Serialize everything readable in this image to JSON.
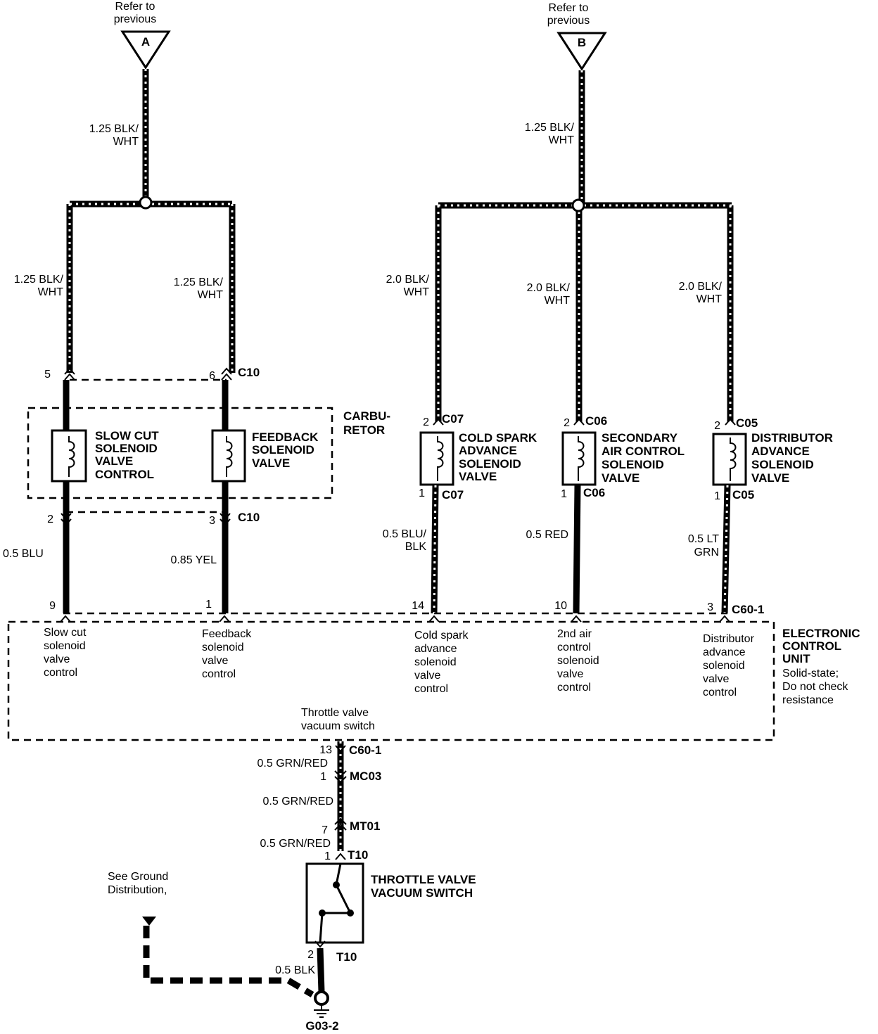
{
  "refs": {
    "A": {
      "note_line1": "Refer to",
      "note_line2": "previous",
      "letter": "A"
    },
    "B": {
      "note_line1": "Refer to",
      "note_line2": "previous",
      "letter": "B"
    }
  },
  "wires": {
    "a_main": [
      "1.25 BLK/",
      "WHT"
    ],
    "b_main": [
      "1.25 BLK/",
      "WHT"
    ],
    "slow_cut_top": [
      "1.25 BLK/",
      "WHT"
    ],
    "feedback_top": [
      "1.25 BLK/",
      "WHT"
    ],
    "cold_spark_top": [
      "2.0 BLK/",
      "WHT"
    ],
    "secondary_top": [
      "2.0 BLK/",
      "WHT"
    ],
    "distributor_top": [
      "2.0 BLK/",
      "WHT"
    ],
    "slow_cut_bottom": "0.5 BLU",
    "feedback_bottom": "0.85 YEL",
    "cold_spark_bottom": [
      "0.5 BLU/",
      "BLK"
    ],
    "secondary_bottom": "0.5 RED",
    "distributor_bottom": [
      "0.5 LT",
      "GRN"
    ],
    "ecu_to_mc03": "0.5 GRN/RED",
    "mc03_to_mt01": "0.5 GRN/RED",
    "mt01_to_t10": "0.5 GRN/RED",
    "ground_wire": "0.5 BLK"
  },
  "connectors": {
    "c10": "C10",
    "c07": "C07",
    "c06": "C06",
    "c05": "C05",
    "c60": "C60-1",
    "mc03": "MC03",
    "mt01": "MT01",
    "t10": "T10"
  },
  "pins": {
    "slow_cut_top": "5",
    "feedback_top": "6",
    "slow_cut_bot": "2",
    "feedback_bot": "3",
    "cold_top": "2",
    "cold_bot": "1",
    "sec_top": "2",
    "sec_bot": "1",
    "dist_top": "2",
    "dist_bot": "1",
    "ecu_slow": "9",
    "ecu_feed": "1",
    "ecu_cold": "14",
    "ecu_sec": "10",
    "ecu_dist": "3",
    "ecu_throttle": "13",
    "mc03": "1",
    "mt01": "7",
    "t10_top": "1",
    "t10_bot": "2"
  },
  "components": {
    "carburetor": [
      "CARBU-",
      "RETOR"
    ],
    "slow_cut": [
      "SLOW CUT",
      "SOLENOID",
      "VALVE",
      "CONTROL"
    ],
    "feedback": [
      "FEEDBACK",
      "SOLENOID",
      "VALVE"
    ],
    "cold_spark": [
      "COLD SPARK",
      "ADVANCE",
      "SOLENOID",
      "VALVE"
    ],
    "secondary": [
      "SECONDARY",
      "AIR CONTROL",
      "SOLENOID",
      "VALVE"
    ],
    "distributor": [
      "DISTRIBUTOR",
      "ADVANCE",
      "SOLENOID",
      "VALVE"
    ],
    "throttle": [
      "THROTTLE VALVE",
      "VACUUM SWITCH"
    ]
  },
  "ecu": {
    "title": [
      "ELECTRONIC",
      "CONTROL",
      "UNIT"
    ],
    "note": [
      "Solid-state;",
      "Do not check",
      "resistance"
    ],
    "slow_cut": [
      "Slow cut",
      "solenoid",
      "valve",
      "control"
    ],
    "feedback": [
      "Feedback",
      "solenoid",
      "valve",
      "control"
    ],
    "cold_spark": [
      "Cold spark",
      "advance",
      "solenoid",
      "valve",
      "control"
    ],
    "secondary": [
      "2nd air",
      "control",
      "solenoid",
      "valve",
      "control"
    ],
    "distributor": [
      "Distributor",
      "advance",
      "solenoid",
      "valve",
      "control"
    ],
    "throttle": [
      "Throttle valve",
      "vacuum switch"
    ]
  },
  "ground": {
    "note": [
      "See Ground",
      "Distribution,"
    ],
    "id": "G03-2"
  }
}
